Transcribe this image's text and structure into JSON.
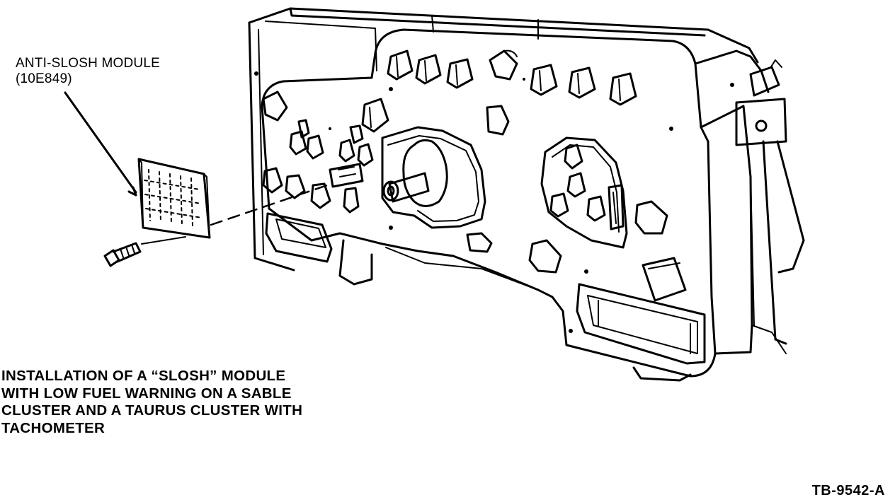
{
  "callout": {
    "line1": "ANTI-SLOSH MODULE",
    "line2": "(10E849)"
  },
  "caption": {
    "line1": "INSTALLATION OF A “SLOSH” MODULE",
    "line2": "WITH LOW FUEL WARNING ON A SABLE",
    "line3": "CLUSTER AND A TAURUS CLUSTER WITH",
    "line4": "TACHOMETER"
  },
  "figure_id": "TB-9542-A",
  "colors": {
    "ink": "#000000",
    "paper": "#ffffff"
  }
}
